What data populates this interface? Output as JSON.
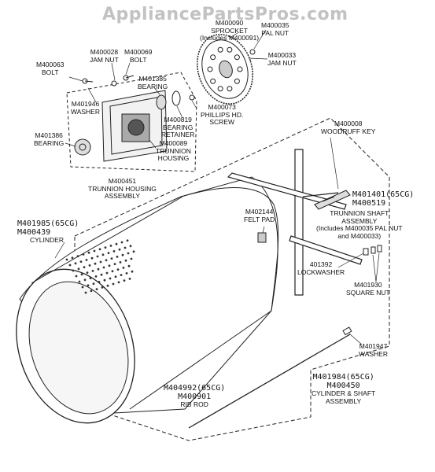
{
  "watermark": "AppliancePartsPros.com",
  "parts": {
    "sprocket": {
      "code": "M400090",
      "name": "SPROCKET",
      "note": "(Includes M400091)"
    },
    "pal_nut_top": {
      "code": "M400035",
      "name": "PAL NUT"
    },
    "jam_nut_right": {
      "code": "M400033",
      "name": "JAM NUT"
    },
    "bolt_left": {
      "code": "M400063",
      "name": "BOLT"
    },
    "jam_nut_mid": {
      "code": "M400028",
      "name": "JAM NUT"
    },
    "bolt_mid": {
      "code": "M400069",
      "name": "BOLT"
    },
    "bearing_top": {
      "code": "M401385",
      "name": "BEARING"
    },
    "washer_left": {
      "code": "M401946",
      "name": "WASHER"
    },
    "phillips_screw": {
      "code": "M400073",
      "name1": "PHILLIPS HD.",
      "name2": "SCREW"
    },
    "bearing_retainer": {
      "code": "M400819",
      "name1": "BEARING",
      "name2": "RETAINER"
    },
    "bearing_left": {
      "code": "M401386",
      "name": "BEARING"
    },
    "trunnion_housing": {
      "code": "M400089",
      "name1": "TRUNNION",
      "name2": "HOUSING"
    },
    "trunnion_assembly": {
      "code": "M400451",
      "name1": "TRUNNION HOUSING",
      "name2": "ASSEMBLY"
    },
    "woodruff_key": {
      "code": "M400008",
      "name": "WOODRUFF KEY"
    },
    "trunnion_shaft": {
      "code1": "M401401(65CG)",
      "code2": "M400519",
      "name1": "TRUNNION SHAFT",
      "name2": "ASSEMBLY",
      "note1": "(Includes M400035 PAL NUT",
      "note2": "and M400033)"
    },
    "cylinder": {
      "code1": "M401985(65CG)",
      "code2": "M400439",
      "name": "CYLINDER"
    },
    "felt_pad": {
      "code": "M402144",
      "name": "FELT PAD"
    },
    "lockwasher": {
      "code": "401392",
      "name": "LOCKWASHER"
    },
    "square_nut": {
      "code": "M401930",
      "name": "SQUARE NUT"
    },
    "washer_right": {
      "code": "M401947",
      "name": "WASHER"
    },
    "cyl_shaft_assy": {
      "code1": "M401984(65CG)",
      "code2": "M400450",
      "name1": "CYLINDER & SHAFT",
      "name2": "ASSEMBLY"
    },
    "rib_rod": {
      "code1": "M404992(65CG)",
      "code2": "M400901",
      "name": "RIB ROD"
    }
  }
}
